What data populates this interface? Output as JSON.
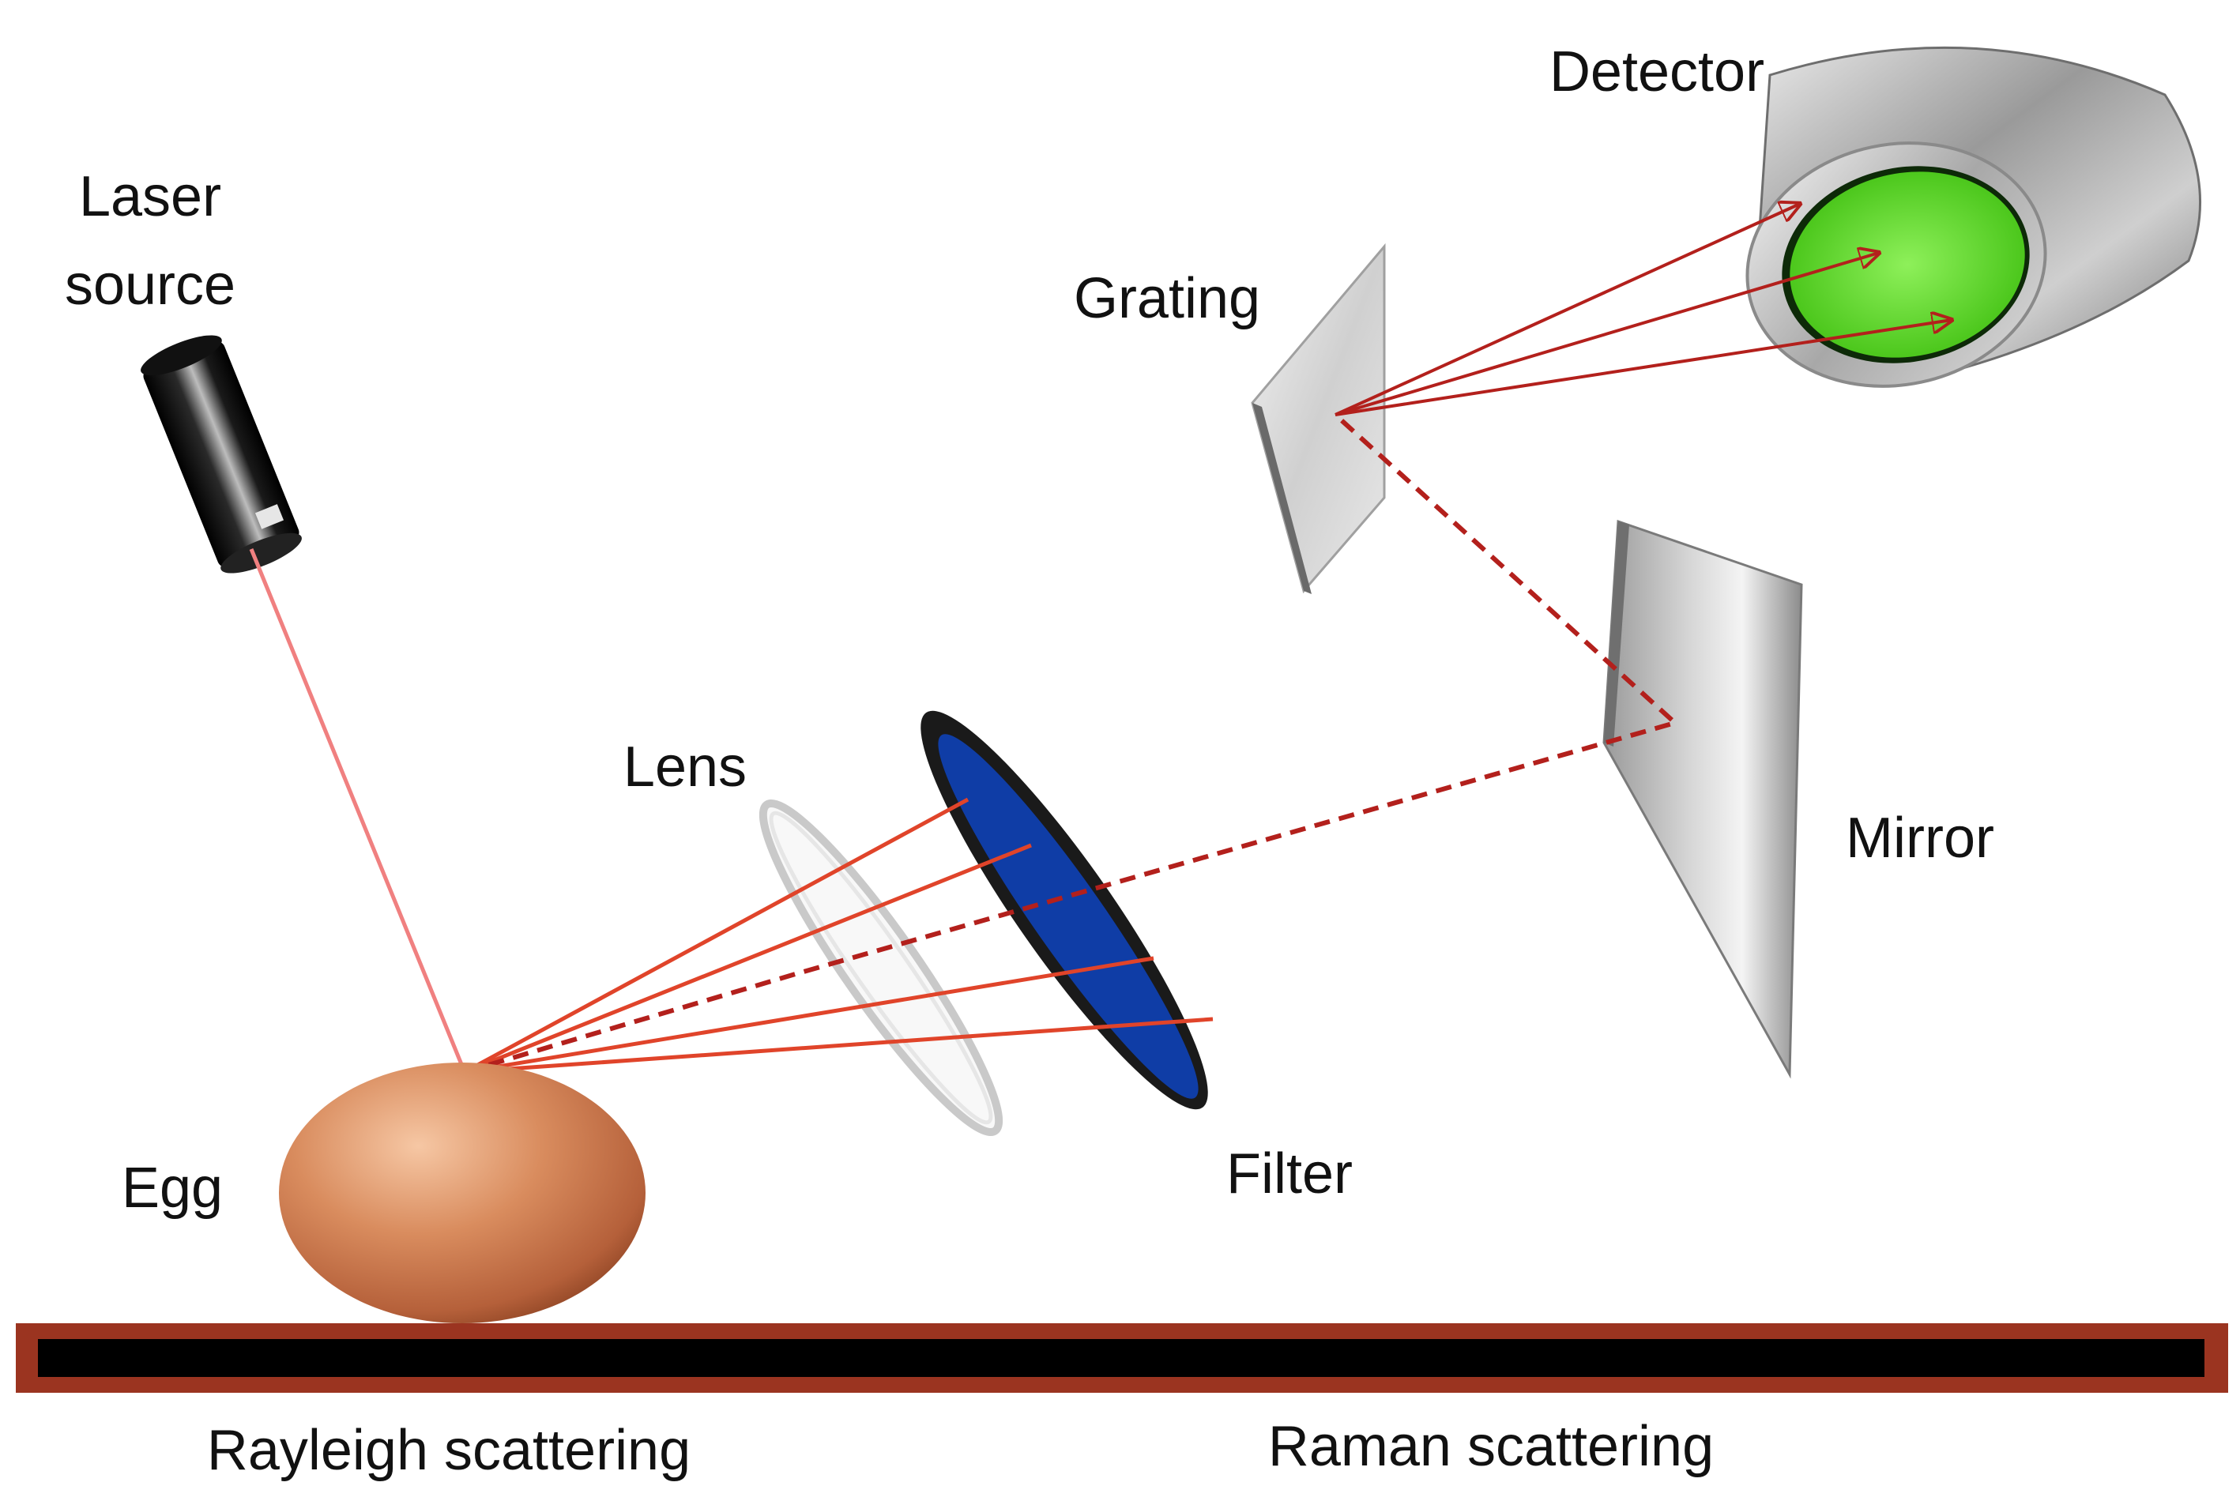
{
  "labels": {
    "laser_line1": "Laser",
    "laser_line2": "source",
    "detector": "Detector",
    "grating": "Grating",
    "lens": "Lens",
    "mirror": "Mirror",
    "egg": "Egg",
    "filter": "Filter",
    "rayleigh": "Rayleigh scattering",
    "raman": "Raman scattering"
  },
  "colors": {
    "laser_beam": "#f08080",
    "ray": "#e0442a",
    "raman_path": "#b3201c",
    "filter_fill": "#0f3da6",
    "detector_window": "#58d81c",
    "base_bar_frame": "#9b3420",
    "base_bar_core": "#000000",
    "egg": "#c8744a"
  },
  "icons": {
    "laser": "laser-source-icon",
    "egg": "egg-icon",
    "lens": "lens-icon",
    "filter": "filter-icon",
    "mirror": "mirror-icon",
    "grating": "grating-icon",
    "detector": "detector-icon"
  }
}
